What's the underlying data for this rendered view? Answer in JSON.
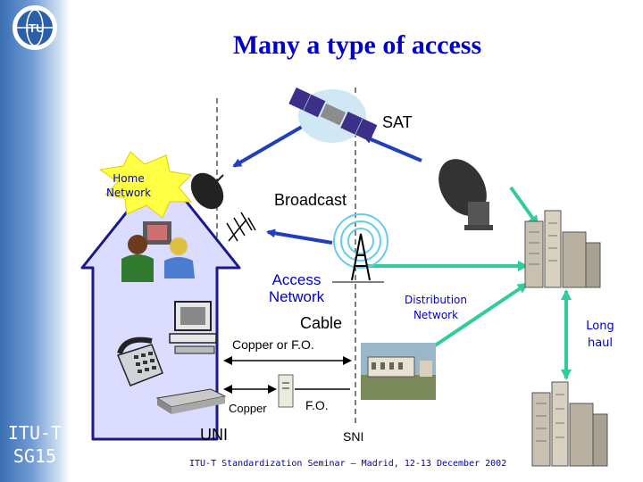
{
  "title": "Many a type of access",
  "sidebar": {
    "line1": "ITU-T",
    "line2": "SG15"
  },
  "labels": {
    "sat": "SAT",
    "home_network": [
      "Home",
      "Network"
    ],
    "broadcast": "Broadcast",
    "access_network": [
      "Access",
      "Network"
    ],
    "distribution_network": [
      "Distribution",
      "Network"
    ],
    "cable": "Cable",
    "copper_or_fo": "Copper or F.O.",
    "copper": "Copper",
    "fo": "F.O.",
    "long_haul": [
      "Long",
      "haul"
    ],
    "uni": "UNI",
    "sni": "SNI"
  },
  "footer": "ITU-T Standardization Seminar – Madrid, 12-13 December 2002",
  "colors": {
    "title": "#0000cc",
    "sidebar": "#3b6fb3",
    "burst": "#ffff44",
    "house_fill": "#dcdcff",
    "house_stroke": "#1a1a8a",
    "arrow_blue": "#1f3fbf",
    "arrow_green": "#33cc99"
  },
  "icons": [
    "itu-logo-icon",
    "satellite-icon",
    "dish-antenna-icon",
    "tv-antenna-icon",
    "radio-tower-icon",
    "building-icon",
    "family-tv-icon",
    "computer-icon",
    "telephone-icon",
    "modem-icon",
    "nt-box-icon",
    "station-icon"
  ]
}
